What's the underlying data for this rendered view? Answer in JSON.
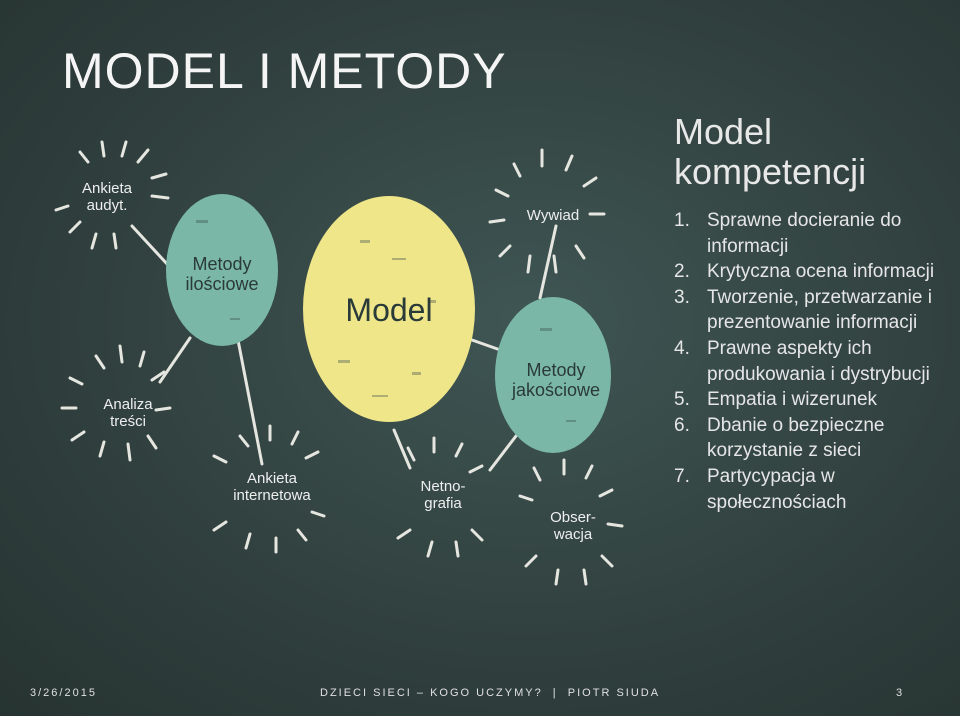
{
  "slide": {
    "title": "MODEL I METODY",
    "diagram": {
      "center": "Model",
      "nodes": {
        "ankieta_audyt": "Ankieta\naudyt.",
        "metody_ilosciowe": "Metody\nilościowe",
        "analiza_tresci": "Analiza\ntreści",
        "ankieta_internetowa": "Ankieta\ninternetowa",
        "netnografia": "Netno-\ngrafia",
        "wywiad": "Wywiad",
        "metody_jakosciowe": "Metody\njakościowe",
        "obserwacja": "Obser-\nwacja"
      }
    },
    "right_panel": {
      "heading": "Model\nkompetencji",
      "items": [
        {
          "num": "1.",
          "text": "Sprawne docieranie do informacji"
        },
        {
          "num": "2.",
          "text": "Krytyczna ocena informacji"
        },
        {
          "num": "3.",
          "text": "Tworzenie, przetwarzanie i prezentowanie informacji"
        },
        {
          "num": "4.",
          "text": "Prawne aspekty ich produkowania i dystrybucji"
        },
        {
          "num": "5.",
          "text": "Empatia i wizerunek"
        },
        {
          "num": "6.",
          "text": "Dbanie o bezpieczne korzystanie z sieci"
        },
        {
          "num": "7.",
          "text": "Partycypacja w społecznościach"
        }
      ]
    },
    "footer": {
      "date": "3/26/2015",
      "center": "DZIECI SIECI – KOGO UCZYMY?  |  PIOTR SIUDA",
      "page": "3"
    }
  },
  "colors": {
    "board": "#34464a",
    "teal_circle": "#7ab7a6",
    "yellow_circle": "#efe68a",
    "chalk": "#ecece6"
  }
}
